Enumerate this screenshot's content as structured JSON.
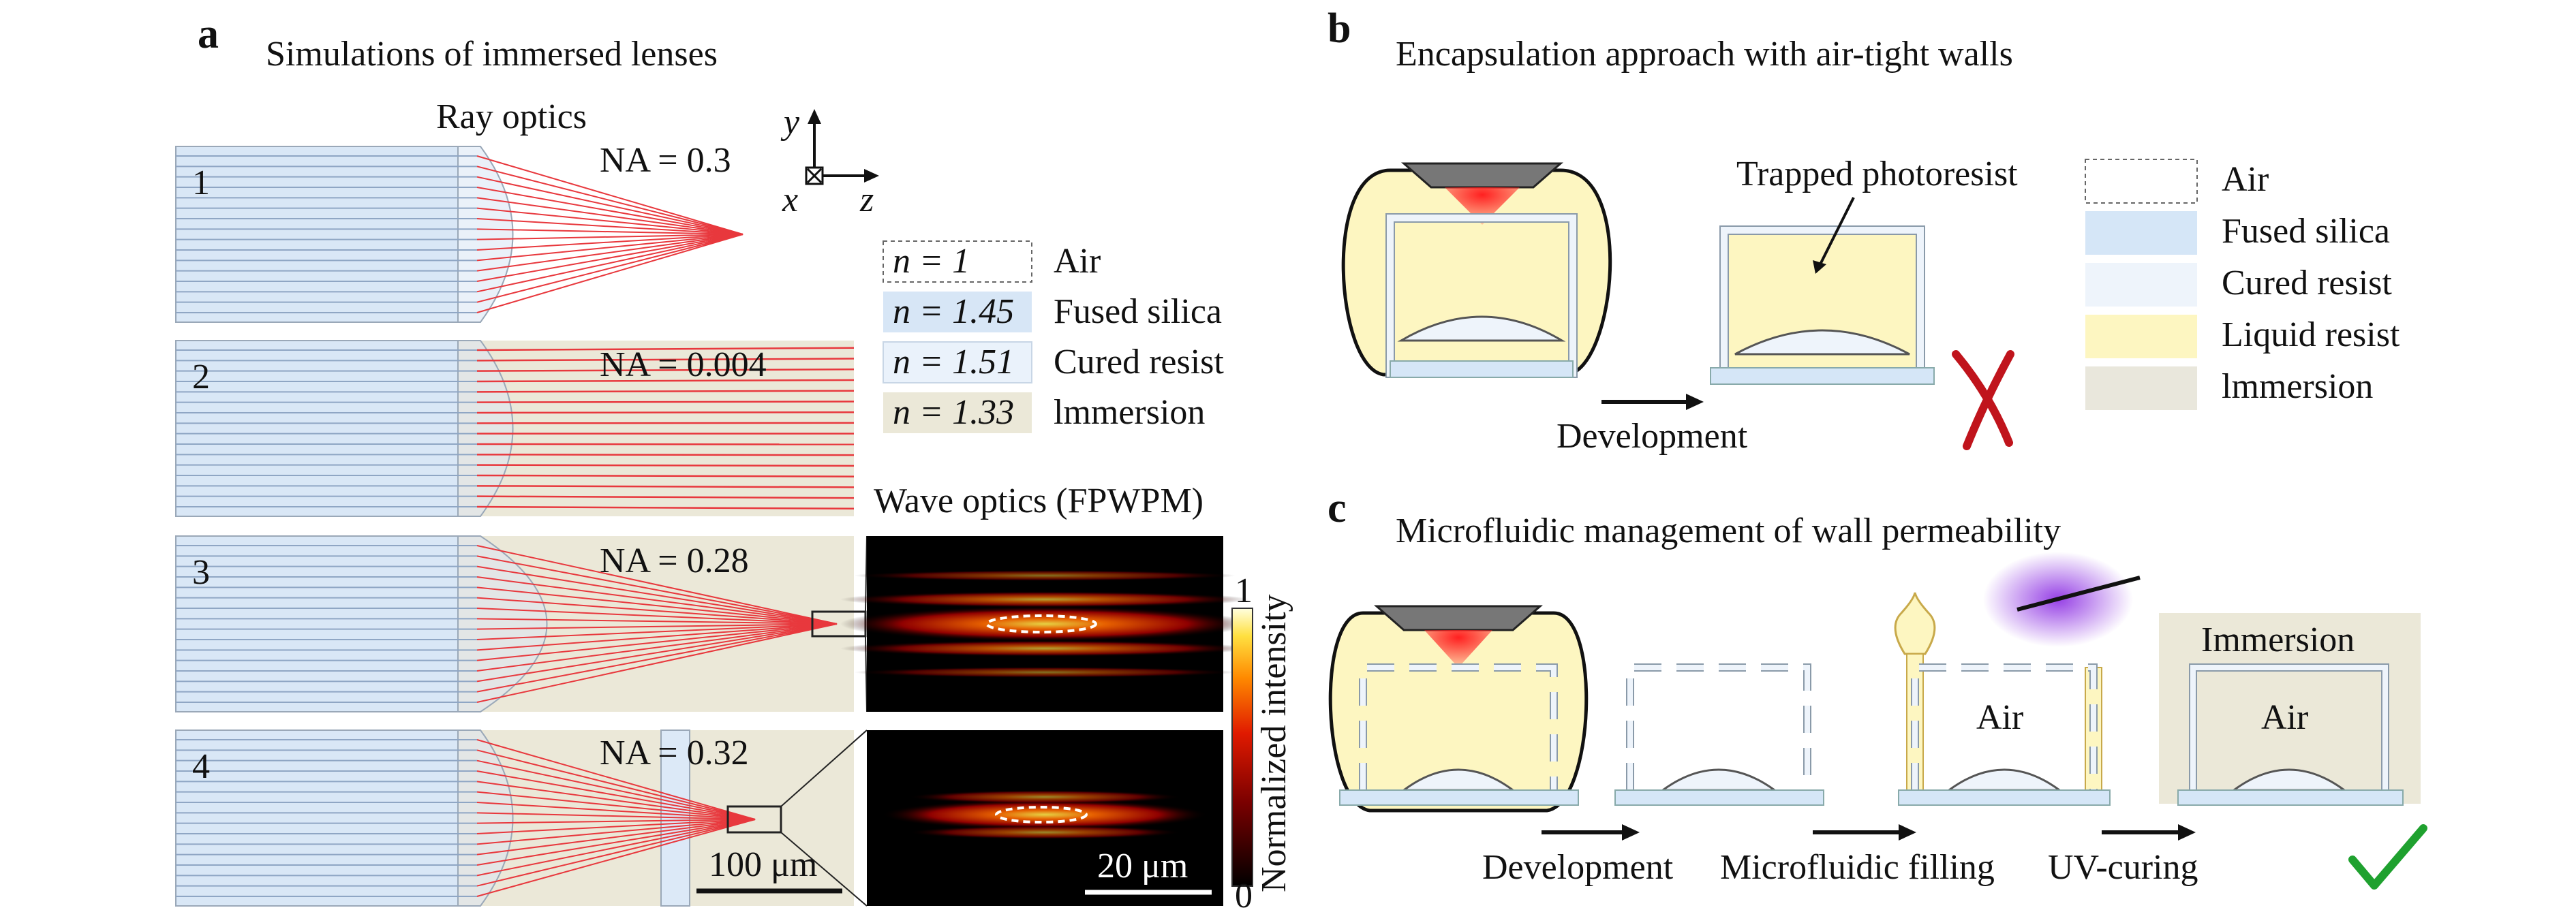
{
  "panel_a": {
    "label": "a",
    "title": "Simulations of immersed lenses",
    "ray_optics": "Ray optics",
    "axes": {
      "y": "y",
      "x": "x",
      "z": "z"
    },
    "rows": [
      {
        "num": "1",
        "na": "NA = 0.3"
      },
      {
        "num": "2",
        "na": "NA = 0.004"
      },
      {
        "num": "3",
        "na": "NA = 0.28"
      },
      {
        "num": "4",
        "na": "NA = 0.32"
      }
    ],
    "legend": [
      {
        "n": "n = 1",
        "name": "Air",
        "color": "#ffffff"
      },
      {
        "n": "n = 1.45",
        "name": "Fused silica",
        "color": "#d7e6f6"
      },
      {
        "n": "n = 1.51",
        "name": "Cured resist",
        "color": "#eaf2fb"
      },
      {
        "n": "n = 1.33",
        "name": "lmmersion",
        "color": "#ebe8d8"
      }
    ],
    "wave_optics": "Wave optics (FPWPM)",
    "colorbar": {
      "max": "1",
      "min": "0",
      "label": "Normalized intensity"
    },
    "scalebar_ray": "100 μm",
    "scalebar_wave": "20 μm"
  },
  "panel_b": {
    "label": "b",
    "title": "Encapsulation approach with air-tight walls",
    "trapped": "Trapped photoresist",
    "development": "Development",
    "legend": [
      {
        "name": "Air",
        "color": "#ffffff"
      },
      {
        "name": "Fused silica",
        "color": "#d5e6f7"
      },
      {
        "name": "Cured resist",
        "color": "#eef4fb"
      },
      {
        "name": "Liquid resist",
        "color": "#fdf6c1"
      },
      {
        "name": "lmmersion",
        "color": "#e9e7dc"
      }
    ]
  },
  "panel_c": {
    "label": "c",
    "title": "Microfluidic management of wall permeability",
    "steps": [
      "Development",
      "Microfluidic filling",
      "UV-curing"
    ],
    "air": "Air",
    "immersion": "Immersion"
  },
  "colors": {
    "red_ray": "#e8383d",
    "cross": "#c0141c",
    "check": "#1fa12f",
    "uv": "#8a2be2"
  }
}
